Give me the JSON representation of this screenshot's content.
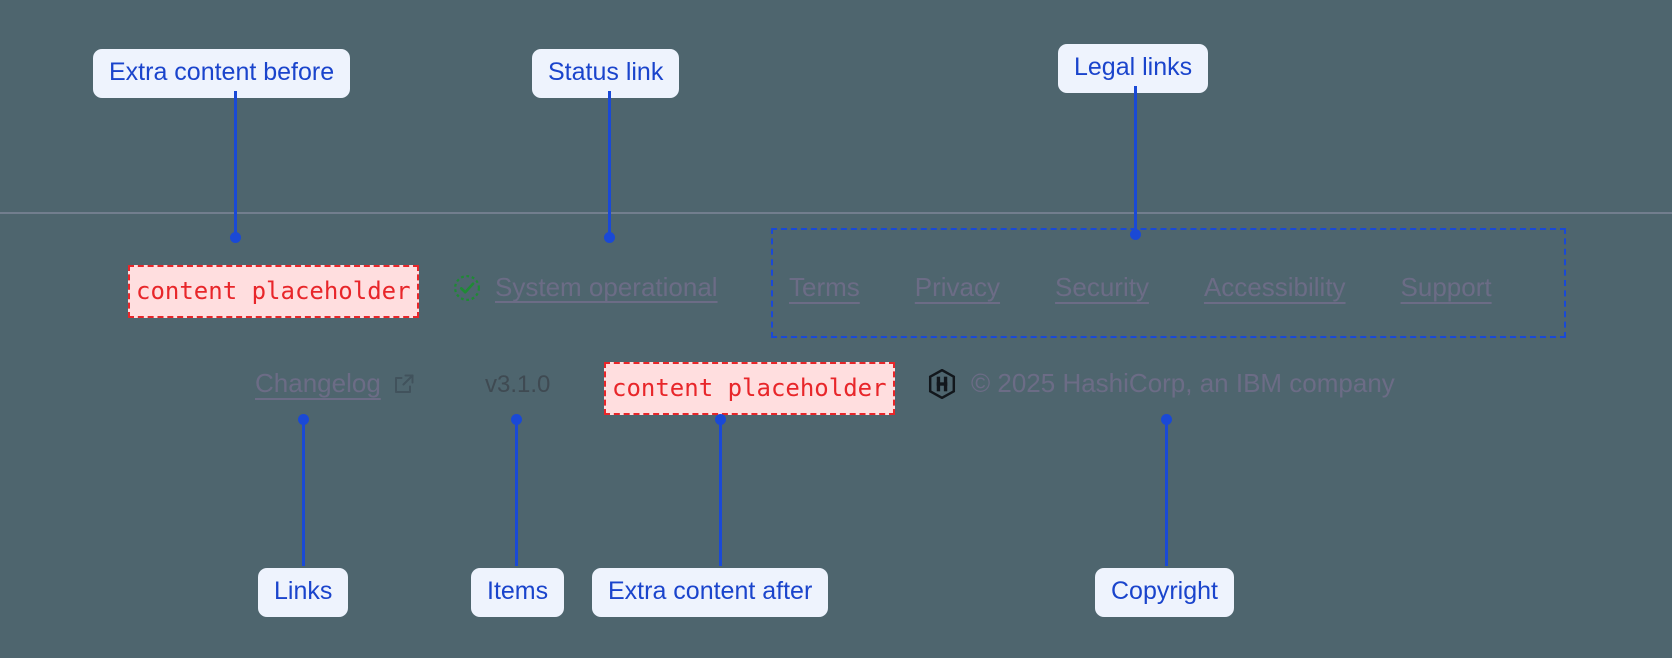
{
  "annotations": {
    "extra_before": "Extra content before",
    "status_link": "Status link",
    "legal_links": "Legal links",
    "links": "Links",
    "items": "Items",
    "extra_after": "Extra content after",
    "copyright": "Copyright"
  },
  "footer": {
    "extra_before_slot": "content placeholder",
    "extra_after_slot": "content placeholder",
    "status": {
      "icon": "check-circle-icon",
      "label": "System operational"
    },
    "legal": {
      "items": [
        {
          "label": "Terms"
        },
        {
          "label": "Privacy"
        },
        {
          "label": "Security"
        },
        {
          "label": "Accessibility"
        },
        {
          "label": "Support"
        }
      ]
    },
    "changelog": {
      "label": "Changelog",
      "icon": "external-link-icon"
    },
    "version": "v3.1.0",
    "brand": {
      "icon": "hashicorp-logo",
      "copyright": "© 2025 HashiCorp, an IBM company"
    }
  },
  "colors": {
    "background": "#4e656e",
    "annotation_blue": "#1a49d6",
    "annotation_pill_bg": "#eef3fd",
    "placeholder_red": "#e8262a",
    "placeholder_bg": "#ffdedf",
    "muted_text": "#6c6c86",
    "status_green": "#1f8a35"
  }
}
